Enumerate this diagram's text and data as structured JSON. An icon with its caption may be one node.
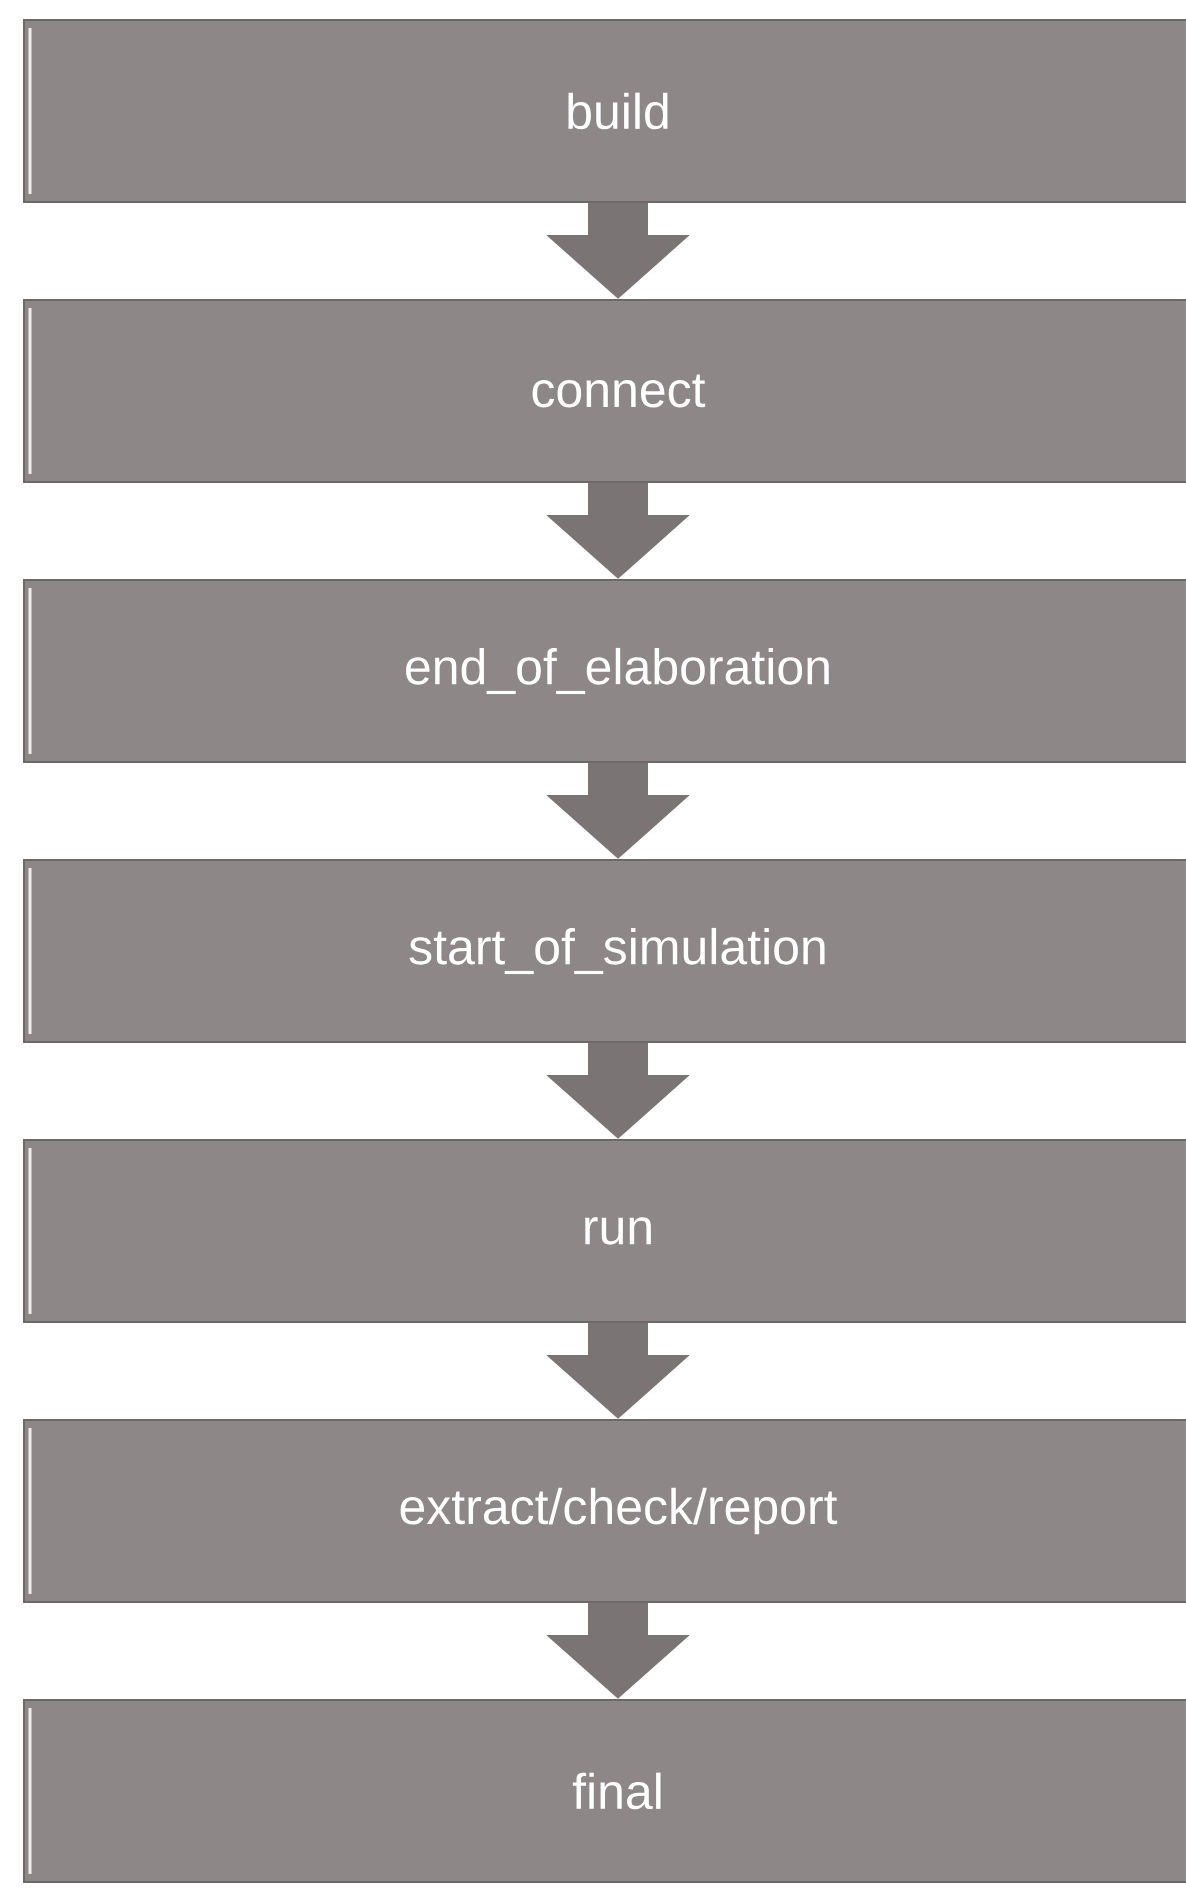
{
  "diagram": {
    "nodes": [
      {
        "text": [
          "build"
        ]
      },
      {
        "text": [
          "connect"
        ]
      },
      {
        "text": [
          "end_of_elaboration"
        ]
      },
      {
        "text": [
          "start_of_simulation"
        ]
      },
      {
        "text": [
          "run"
        ]
      },
      {
        "text": [
          "extract/check/report"
        ]
      },
      {
        "text": [
          "final"
        ]
      }
    ],
    "edges": [
      {
        "from": 0,
        "to": 1,
        "arrow": "to"
      },
      {
        "from": 1,
        "to": 2,
        "arrow": "to"
      },
      {
        "from": 2,
        "to": 3,
        "arrow": "to"
      },
      {
        "from": 3,
        "to": 4,
        "arrow": "to"
      },
      {
        "from": 4,
        "to": 5,
        "arrow": "to"
      },
      {
        "from": 5,
        "to": 6,
        "arrow": "to"
      }
    ]
  }
}
